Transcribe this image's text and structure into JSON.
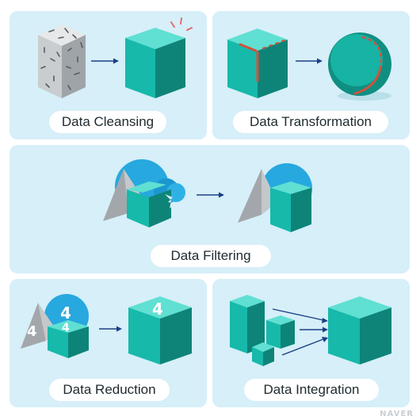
{
  "panels": {
    "cleansing": {
      "label": "Data Cleansing"
    },
    "transformation": {
      "label": "Data Transformation"
    },
    "filtering": {
      "label": "Data Filtering"
    },
    "reduction": {
      "label": "Data Reduction",
      "digit": "4"
    },
    "integration": {
      "label": "Data Integration"
    }
  },
  "watermark": "NAVER",
  "colors": {
    "panel_bg": "#d6eff9",
    "cube_top": "#5fe0d2",
    "cube_left": "#17b9aa",
    "cube_right": "#0e8478",
    "sphere": "#27a8df",
    "pyramid": "#b4b8bc",
    "arrow": "#1b3f86",
    "accent_red": "#d0533c"
  }
}
